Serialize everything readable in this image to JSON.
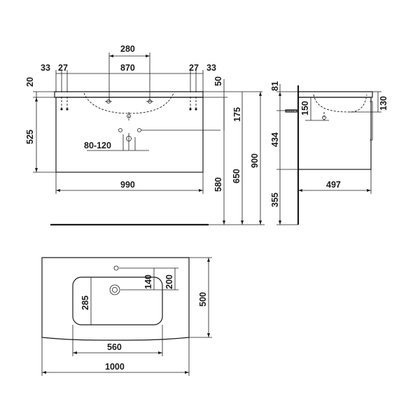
{
  "front_view": {
    "top_dims": {
      "width_inner": "870",
      "tap_spacing": "280",
      "edge_left_a": "33",
      "edge_left_b": "27",
      "edge_right_a": "27",
      "edge_right_b": "33"
    },
    "left_dims": {
      "top": "20",
      "height": "525"
    },
    "right_dims": {
      "a": "50",
      "b": "175",
      "c": "580",
      "d": "650",
      "e": "900"
    },
    "bottom_dims": {
      "width": "990"
    },
    "drain_range": "80-120"
  },
  "side_view": {
    "dims": {
      "a": "81",
      "b": "150",
      "c": "434",
      "d": "355",
      "basin_depth": "130",
      "depth": "497"
    }
  },
  "top_view": {
    "dims": {
      "a": "200",
      "b": "140",
      "depth": "500",
      "bowl_depth": "285",
      "bowl_width": "560",
      "width": "1000"
    }
  }
}
